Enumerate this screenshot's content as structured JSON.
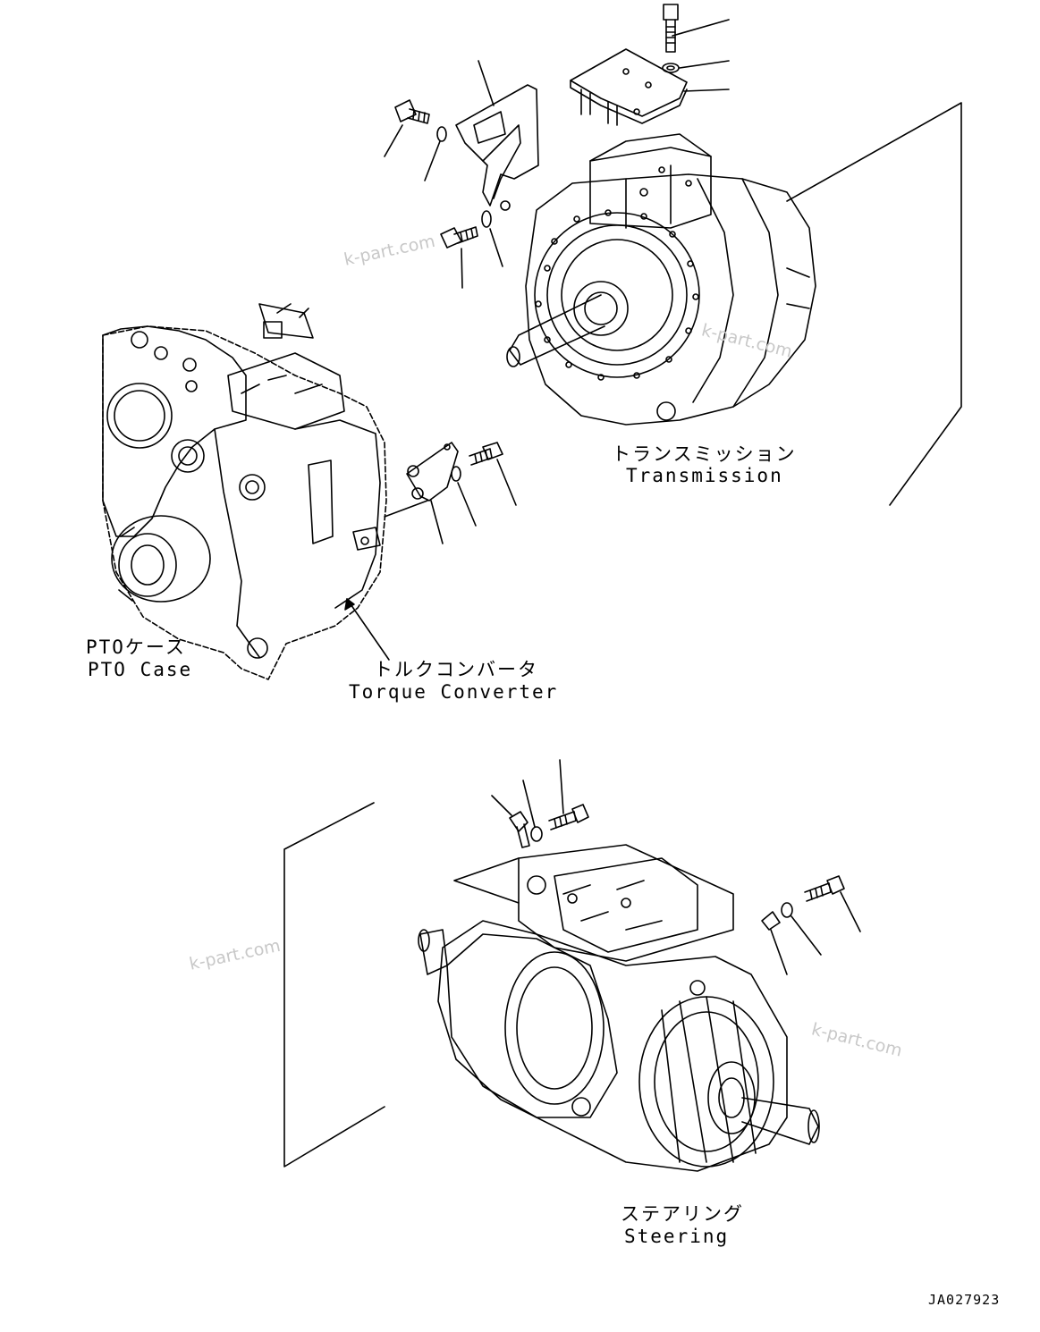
{
  "labels": {
    "transmission_jp": "トランスミッション",
    "transmission_en": "Transmission",
    "pto_jp": "PTOケース",
    "pto_en": "PTO Case",
    "torque_jp": "トルクコンバータ",
    "torque_en": "Torque Converter",
    "steering_jp": "ステアリング",
    "steering_en": "Steering"
  },
  "watermarks": [
    "k-part.com",
    "k-part.com",
    "k-part.com",
    "k-part.com"
  ],
  "drawing_code": "JA027923"
}
